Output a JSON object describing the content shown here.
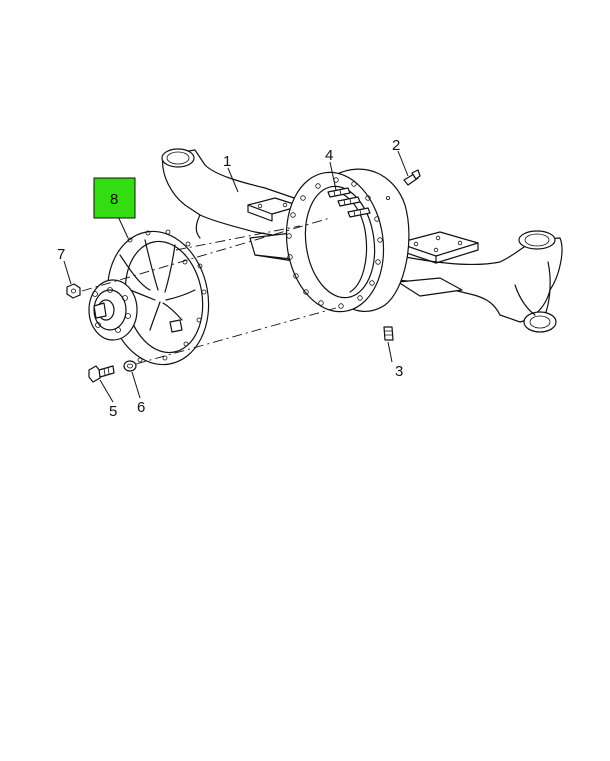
{
  "callouts": {
    "c1": "1",
    "c2": "2",
    "c3": "3",
    "c4": "4",
    "c5": "5",
    "c6": "6",
    "c7": "7",
    "c8": "8"
  },
  "highlight_color": "#33dd11"
}
